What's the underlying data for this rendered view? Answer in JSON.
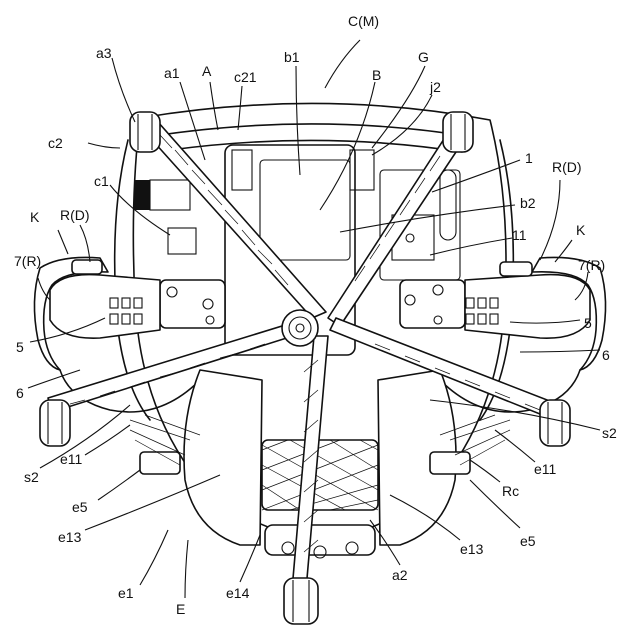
{
  "labels": {
    "CM": "C(M)",
    "a3": "a3",
    "a1": "a1",
    "A": "A",
    "c21": "c21",
    "b1": "b1",
    "B": "B",
    "G": "G",
    "j2": "j2",
    "c2": "c2",
    "one": "1",
    "RD_right": "R(D)",
    "c1": "c1",
    "b2": "b2",
    "K_left": "K",
    "RD_left": "R(D)",
    "eleven": "11",
    "K_right": "K",
    "seven_R_left": "7(R)",
    "seven_R_right": "7(R)",
    "five_left": "5",
    "five_right": "5",
    "six_left": "6",
    "six_right": "6",
    "s2_left": "s2",
    "s2_right": "s2",
    "e11_left": "e11",
    "e11_right": "e11",
    "e5_left": "e5",
    "e5_right": "e5",
    "Rc": "Rc",
    "e13_left": "e13",
    "e13_right": "e13",
    "e1": "e1",
    "E": "E",
    "e14": "e14",
    "a2": "a2"
  },
  "colors": {
    "ink": "#111111",
    "paper": "#ffffff"
  }
}
